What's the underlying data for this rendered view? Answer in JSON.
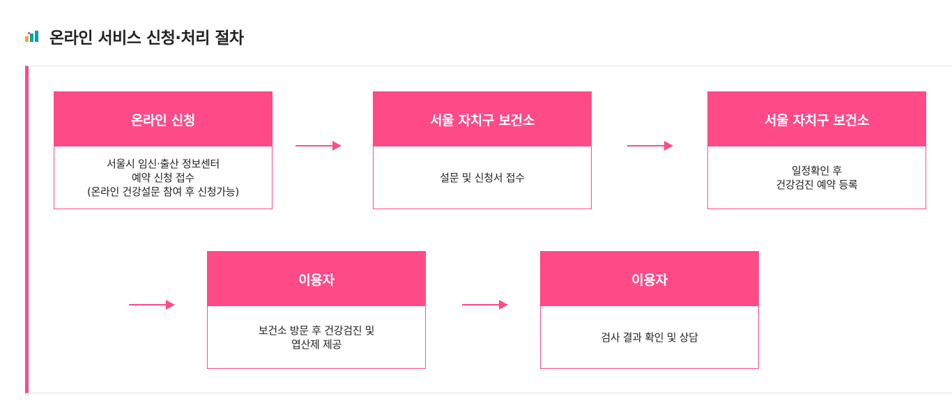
{
  "page": {
    "title": "온라인 서비스 신청·처리 절차",
    "accent_color": "#ff4a88"
  },
  "steps": [
    {
      "title": "온라인 신청",
      "lines": [
        "서울시 임신·출산 정보센터",
        "예약 신청 접수",
        "(온라인 건강설문 참여 후 신청가능)"
      ]
    },
    {
      "title": "서울 자치구 보건소",
      "lines": [
        "설문 및 신청서 접수"
      ]
    },
    {
      "title": "서울 자치구 보건소",
      "lines": [
        "일정확인 후",
        "건강검진 예약 등록"
      ]
    },
    {
      "title": "이용자",
      "lines": [
        "보건소 방문 후 건강검진 및",
        "엽산제 제공"
      ]
    },
    {
      "title": "이용자",
      "lines": [
        "검사 결과 확인 및 상담"
      ]
    }
  ],
  "icons": {
    "title_icon": "bar-chart-icon",
    "arrow_icon": "arrow-right-icon"
  }
}
